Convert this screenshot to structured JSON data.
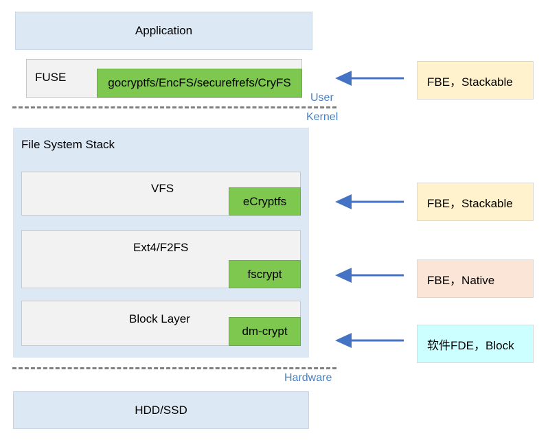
{
  "diagram": {
    "application": "Application",
    "fuse": {
      "label": "FUSE",
      "impl": "gocryptfs/EncFS/securefrefs/CryFS"
    },
    "zones": {
      "user": "User",
      "kernel": "Kernel",
      "hardware": "Hardware"
    },
    "fs_stack": {
      "title": "File System Stack",
      "vfs": {
        "label": "VFS",
        "impl": "eCryptfs"
      },
      "ext4": {
        "label": "Ext4/F2FS",
        "impl": "fscrypt"
      },
      "block": {
        "label": "Block Layer",
        "impl": "dm-crypt"
      }
    },
    "storage": "HDD/SSD",
    "tags": [
      {
        "text": "FBE，Stackable",
        "color": "#fff2cc"
      },
      {
        "text": "FBE，Stackable",
        "color": "#fff2cc"
      },
      {
        "text": "FBE，Native",
        "color": "#fbe5d6"
      },
      {
        "text": "软件FDE，Block",
        "color": "#ccffff"
      }
    ],
    "colors": {
      "arrow": "#4472c4",
      "zone_text": "#4a7ebf",
      "layer_fill": "#dde8f5",
      "module_fill": "#f2f2f2",
      "impl_fill": "#7ec850"
    }
  }
}
